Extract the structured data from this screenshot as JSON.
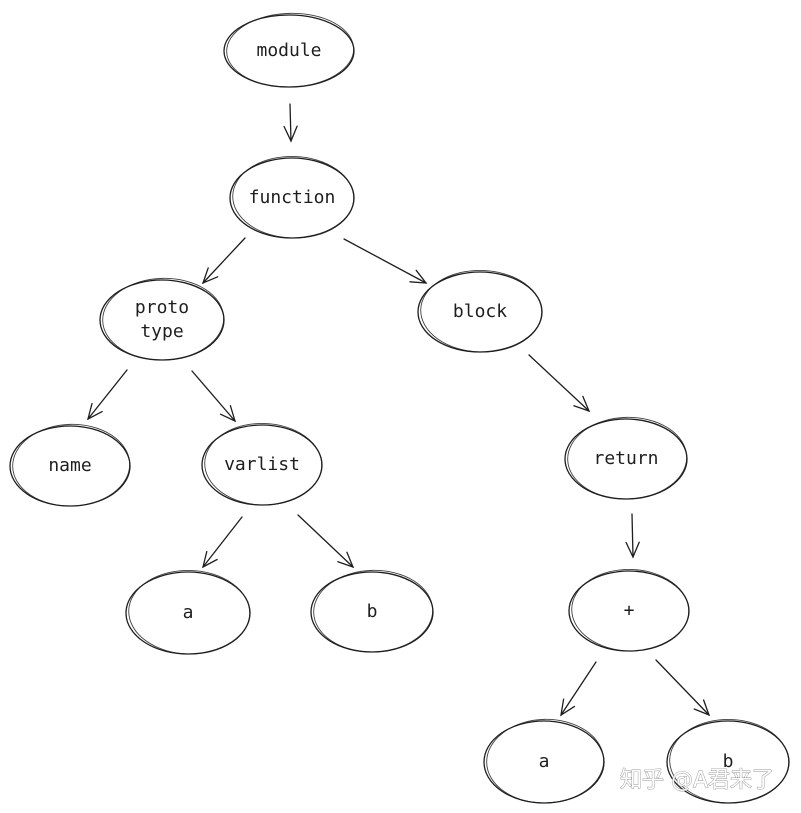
{
  "diagram": {
    "nodes": [
      {
        "id": "module",
        "label": "module"
      },
      {
        "id": "function",
        "label": "function"
      },
      {
        "id": "prototype",
        "label": "proto\ntype"
      },
      {
        "id": "block",
        "label": "block"
      },
      {
        "id": "name",
        "label": "name"
      },
      {
        "id": "varlist",
        "label": "varlist"
      },
      {
        "id": "return",
        "label": "return"
      },
      {
        "id": "a1",
        "label": "a"
      },
      {
        "id": "b1",
        "label": "b"
      },
      {
        "id": "plus",
        "label": "+"
      },
      {
        "id": "a2",
        "label": "a"
      },
      {
        "id": "b2",
        "label": "b"
      }
    ],
    "edges": [
      {
        "from": "module",
        "to": "function"
      },
      {
        "from": "function",
        "to": "prototype"
      },
      {
        "from": "function",
        "to": "block"
      },
      {
        "from": "prototype",
        "to": "name"
      },
      {
        "from": "prototype",
        "to": "varlist"
      },
      {
        "from": "varlist",
        "to": "a1"
      },
      {
        "from": "varlist",
        "to": "b1"
      },
      {
        "from": "block",
        "to": "return"
      },
      {
        "from": "return",
        "to": "plus"
      },
      {
        "from": "plus",
        "to": "a2"
      },
      {
        "from": "plus",
        "to": "b2"
      }
    ]
  },
  "watermark": {
    "text": "知乎 @A君来了"
  },
  "colors": {
    "stroke": "#1e1e1e",
    "background": "#ffffff",
    "watermark": "#8a8a8a"
  }
}
